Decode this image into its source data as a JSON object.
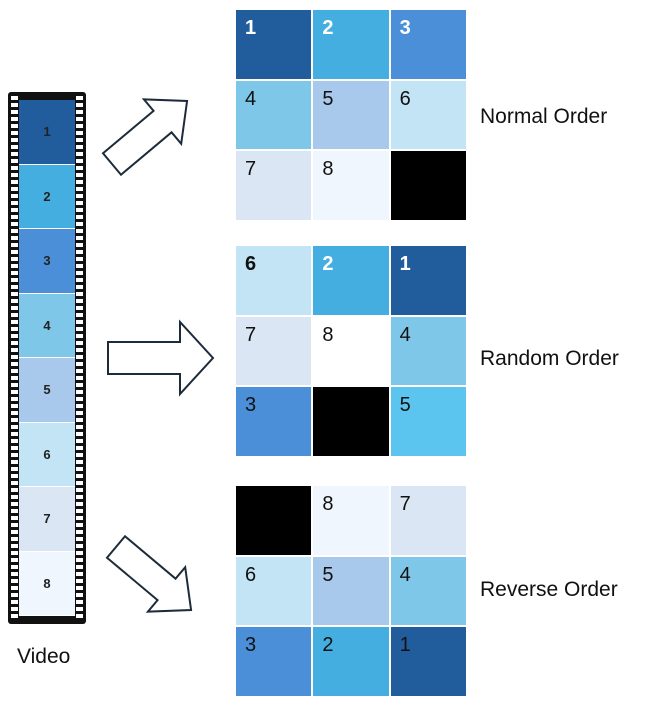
{
  "video": {
    "label": "Video",
    "frames": [
      {
        "n": "1",
        "color": "#215d9c"
      },
      {
        "n": "2",
        "color": "#44aee0"
      },
      {
        "n": "3",
        "color": "#4a8fd8"
      },
      {
        "n": "4",
        "color": "#7fc7e8"
      },
      {
        "n": "5",
        "color": "#a9c9ec"
      },
      {
        "n": "6",
        "color": "#c2e4f4"
      },
      {
        "n": "7",
        "color": "#dae6f4"
      },
      {
        "n": "8",
        "color": "#eff6fd"
      }
    ]
  },
  "grids": [
    {
      "label": "Normal Order",
      "cells": [
        {
          "n": "1",
          "color": "#215d9c",
          "bold": true,
          "white": true
        },
        {
          "n": "2",
          "color": "#44aee0",
          "bold": true,
          "white": true
        },
        {
          "n": "3",
          "color": "#4a8fd8",
          "bold": true,
          "white": true
        },
        {
          "n": "4",
          "color": "#7fc7e8"
        },
        {
          "n": "5",
          "color": "#a9c9ec"
        },
        {
          "n": "6",
          "color": "#c2e4f4"
        },
        {
          "n": "7",
          "color": "#dae6f4"
        },
        {
          "n": "8",
          "color": "#eff6fd"
        },
        {
          "n": "",
          "color": "#000000"
        }
      ]
    },
    {
      "label": "Random Order",
      "cells": [
        {
          "n": "6",
          "color": "#c2e4f4",
          "bold": true
        },
        {
          "n": "2",
          "color": "#44aee0",
          "bold": true,
          "white": true
        },
        {
          "n": "1",
          "color": "#215d9c",
          "bold": true,
          "white": true
        },
        {
          "n": "7",
          "color": "#dae6f4"
        },
        {
          "n": "8",
          "color": "#ffffff"
        },
        {
          "n": "4",
          "color": "#7fc7e8"
        },
        {
          "n": "3",
          "color": "#4a8fd8"
        },
        {
          "n": "",
          "color": "#000000"
        },
        {
          "n": "5",
          "color": "#5bc4ef"
        }
      ]
    },
    {
      "label": "Reverse Order",
      "cells": [
        {
          "n": "",
          "color": "#000000"
        },
        {
          "n": "8",
          "color": "#eff6fd"
        },
        {
          "n": "7",
          "color": "#dae6f4"
        },
        {
          "n": "6",
          "color": "#c2e4f4"
        },
        {
          "n": "5",
          "color": "#a9c9ec"
        },
        {
          "n": "4",
          "color": "#7fc7e8"
        },
        {
          "n": "3",
          "color": "#4a8fd8"
        },
        {
          "n": "2",
          "color": "#44aee0"
        },
        {
          "n": "1",
          "color": "#215d9c"
        }
      ]
    }
  ]
}
